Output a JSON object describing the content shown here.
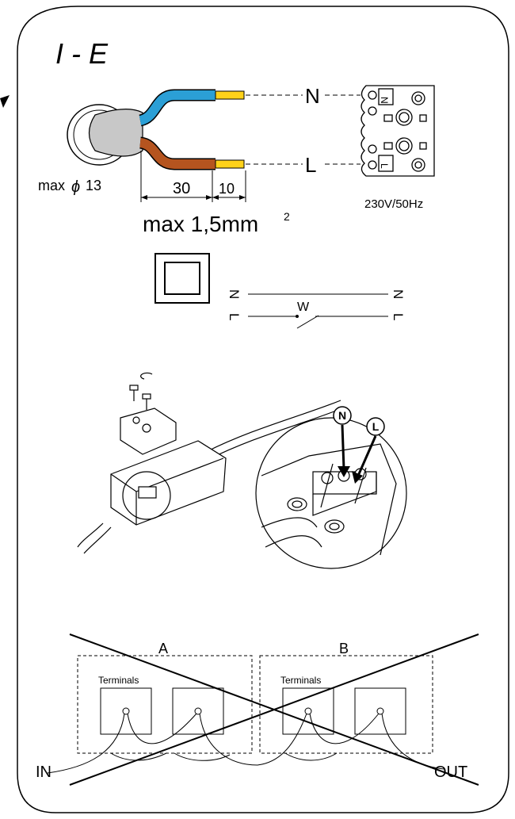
{
  "header": {
    "section_code": "I - E"
  },
  "cable": {
    "max_diameter": "max",
    "diameter_symbol": "ϕ",
    "diameter_value": "13",
    "strip_length": "30",
    "bare_length": "10",
    "cross_section": "max 1,5mm",
    "cross_section_exp": "2",
    "colors": {
      "neutral": "#2b9fd6",
      "live": "#b5541f",
      "tip": "#ffd21a"
    }
  },
  "terminal": {
    "neutral_label": "N",
    "live_label": "L",
    "neutral_mark": "N",
    "live_mark": "L",
    "supply": "230V/50Hz"
  },
  "schematic": {
    "left_n": "N",
    "left_l": "L",
    "right_n": "N",
    "right_l": "L",
    "switch_label": "W"
  },
  "install": {
    "badge_n": "N",
    "badge_l": "L"
  },
  "wrong_wiring": {
    "group_a": "A",
    "group_b": "B",
    "terminals_a": "Terminals",
    "terminals_b": "Terminals",
    "in_label": "IN",
    "out_label": "OUT"
  }
}
